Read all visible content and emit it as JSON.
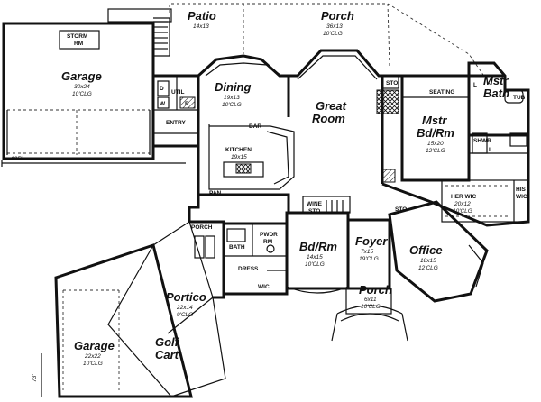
{
  "plan": {
    "rooms": [
      {
        "key": "patio",
        "name": "Patio",
        "dims": "14x13"
      },
      {
        "key": "porch_rear",
        "name": "Porch",
        "dims": "36x13",
        "ceiling": "10'CLG"
      },
      {
        "key": "garage_main",
        "name": "Garage",
        "dims": "30x24",
        "ceiling": "10'CLG"
      },
      {
        "key": "dining",
        "name": "Dining",
        "dims": "19x13",
        "ceiling": "10'CLG"
      },
      {
        "key": "great_room",
        "name": "Great",
        "name2": "Room"
      },
      {
        "key": "mstr_bdrm",
        "name": "Mstr",
        "name2": "Bd/Rm",
        "dims": "15x20",
        "ceiling": "12'CLG"
      },
      {
        "key": "mstr_bath",
        "name": "Mstr",
        "name2": "Bath"
      },
      {
        "key": "kitchen",
        "name": "KITCHEN",
        "dims": "19x15"
      },
      {
        "key": "bdrm",
        "name": "Bd/Rm",
        "dims": "14x15",
        "ceiling": "10'CLG"
      },
      {
        "key": "foyer",
        "name": "Foyer",
        "dims": "7x15",
        "ceiling": "19'CLG"
      },
      {
        "key": "office",
        "name": "Office",
        "dims": "18x15",
        "ceiling": "12'CLG"
      },
      {
        "key": "portico",
        "name": "Portico",
        "dims": "22x14",
        "ceiling": "9'CLG"
      },
      {
        "key": "garage_small",
        "name": "Garage",
        "dims": "22x22",
        "ceiling": "10'CLG"
      },
      {
        "key": "golf_cart",
        "name": "Golf",
        "name2": "Cart"
      },
      {
        "key": "porch_front",
        "name": "Porch",
        "dims": "6x11",
        "ceiling": "10'CLG"
      },
      {
        "key": "her_wic",
        "name": "HER WIC",
        "dims": "20x12",
        "ceiling": "10'CLG"
      }
    ],
    "labels": {
      "storm_rm_1": "STORM",
      "storm_rm_2": "RM",
      "util": "UTIL",
      "d": "D",
      "w": "W",
      "r": "R",
      "entry": "ENTRY",
      "bar": "BAR",
      "pan": "PAN",
      "porch_side": "PORCH",
      "bath": "BATH",
      "pwdr_1": "PWDR",
      "pwdr_2": "RM",
      "dress": "DRESS",
      "wic": "WIC",
      "wine_1": "WINE",
      "wine_2": "STO",
      "sto_upper": "STO",
      "sto_office": "STO",
      "seating": "SEATING",
      "tub": "TUB",
      "shwr": "SHWR",
      "his_1": "HIS",
      "his_2": "WIC",
      "l1": "L",
      "l2": "L",
      "dim_105": "105'",
      "dim_73": "73'"
    }
  }
}
